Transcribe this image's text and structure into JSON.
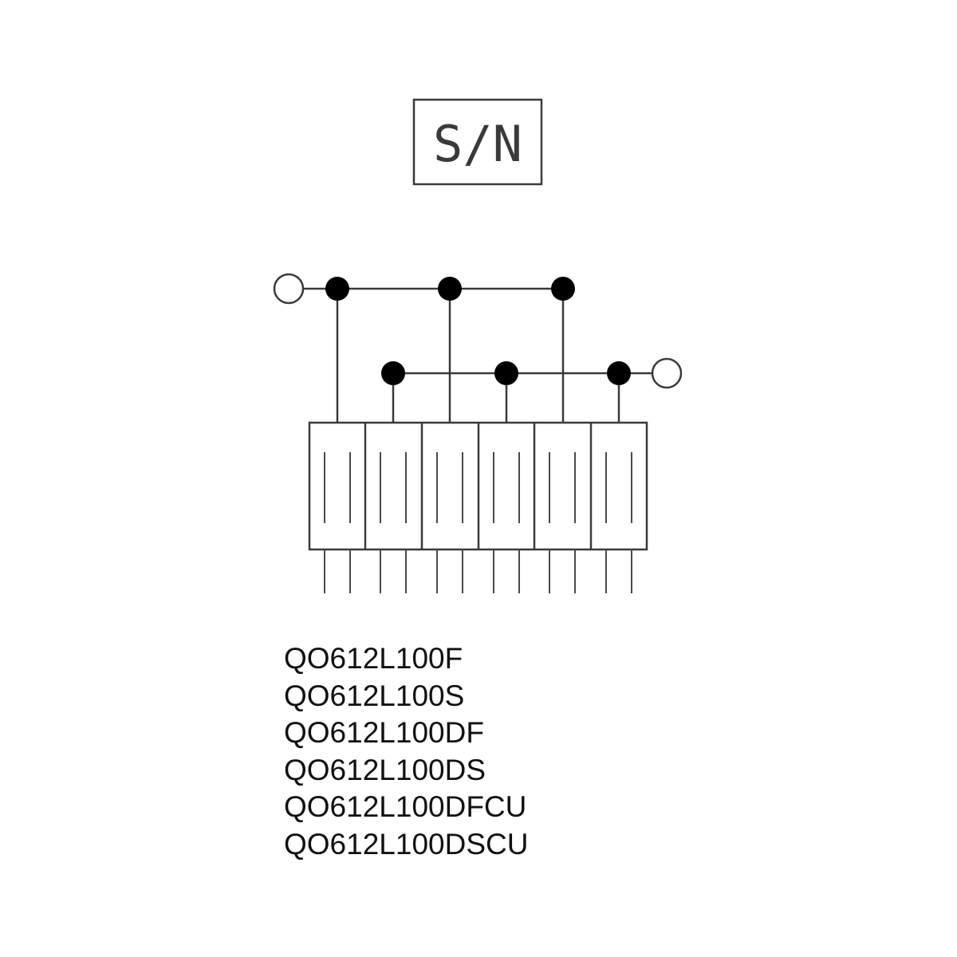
{
  "label_box": {
    "text": "S/N"
  },
  "model_numbers": [
    "QO612L100F",
    "QO612L100S",
    "QO612L100DF",
    "QO612L100DS",
    "QO612L100DFCU",
    "QO612L100DSCU"
  ],
  "diagram": {
    "breaker_count": 6,
    "bus_count": 2,
    "junctions_per_bus": 3
  },
  "colors": {
    "line": "#3a3a3a",
    "dot": "#000000",
    "text": "#111111",
    "background": "#ffffff"
  }
}
